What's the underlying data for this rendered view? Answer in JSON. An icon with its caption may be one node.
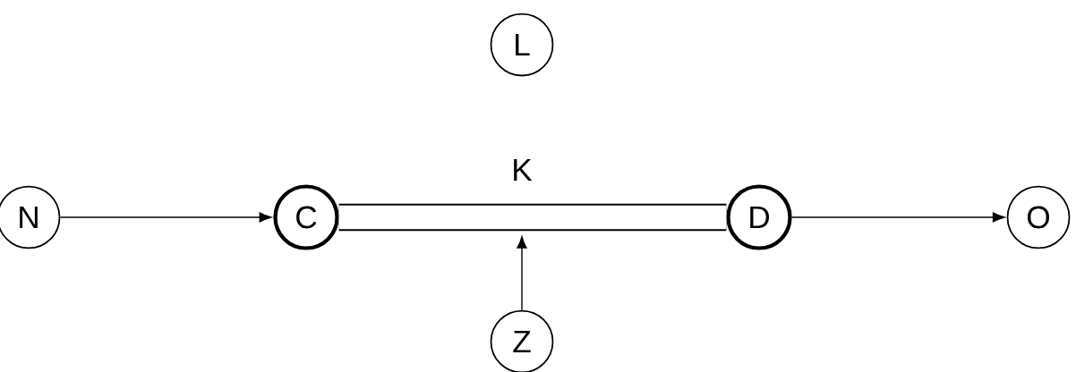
{
  "diagram": {
    "nodes": [
      {
        "text": [
          "L"
        ]
      },
      {
        "text": [
          "N"
        ]
      },
      {
        "text": [
          "C"
        ]
      },
      {
        "text": [
          "D"
        ]
      },
      {
        "text": [
          "O"
        ]
      },
      {
        "text": [
          "Z"
        ]
      }
    ],
    "edges": [
      {
        "from": 1,
        "to": 2,
        "arrow": "to"
      },
      {
        "from": 2,
        "to": 3,
        "arrow": "none",
        "label": "K",
        "style": "thick"
      },
      {
        "from": 3,
        "to": 4,
        "arrow": "to"
      },
      {
        "from": 5,
        "to": null,
        "arrow": "to"
      }
    ]
  }
}
